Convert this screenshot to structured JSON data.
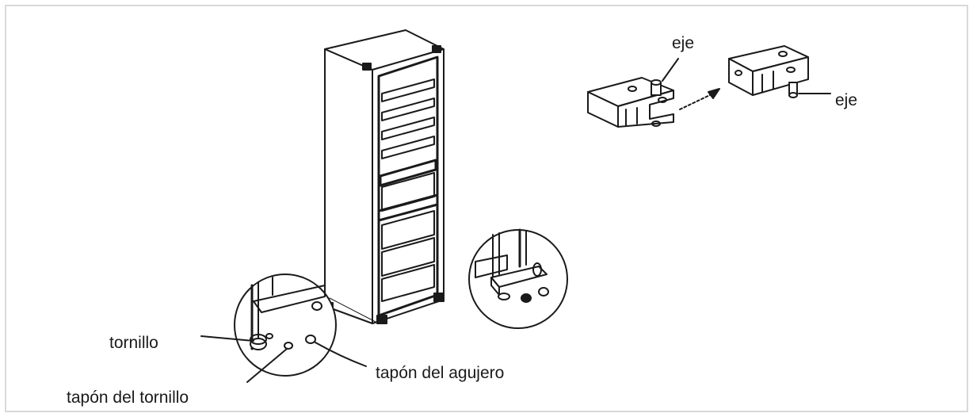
{
  "labels": {
    "axle_top": "eje",
    "axle_right": "eje",
    "screw": "tornillo",
    "screw_cap": "tapón del tornillo",
    "hole_cap": "tapón del agujero"
  },
  "colors": {
    "line": "#1a1a1a",
    "frame_border": "#d9d9d9",
    "background": "#ffffff"
  }
}
